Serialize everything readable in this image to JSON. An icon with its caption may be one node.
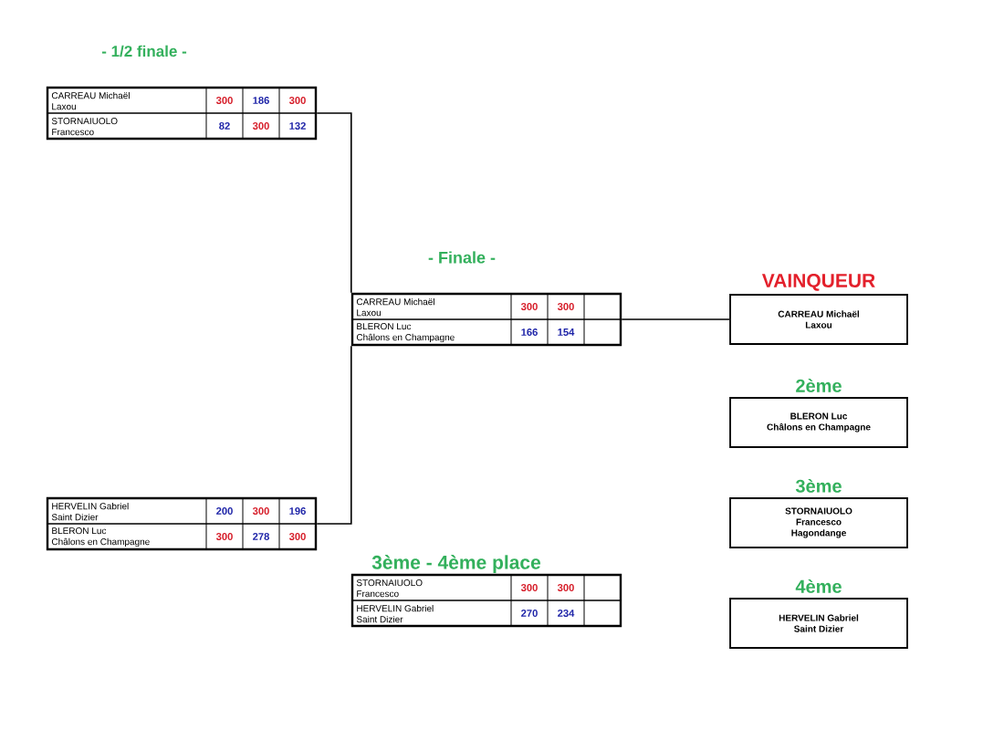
{
  "diagram": {
    "nodes": [
      {
        "text": [],
        "shape": "box"
      },
      {
        "text": [
          "CARREAU Michaël",
          "Laxou",
          "300",
          "186",
          "300"
        ],
        "in": 0
      },
      {
        "text": [
          "STORNAIUOLO",
          "Francesco",
          "82",
          "300",
          "132"
        ],
        "in": 0
      },
      {
        "text": [],
        "shape": "box"
      },
      {
        "text": [
          "HERVELIN Gabriel",
          "Saint Dizier",
          "200",
          "300",
          "196"
        ],
        "in": 3
      },
      {
        "text": [
          "BLERON Luc",
          "Châlons en Champagne",
          "300",
          "278",
          "300"
        ],
        "in": 3
      },
      {
        "text": [
          "- Finale -"
        ]
      },
      {
        "text": [
          "CARREAU Michaël",
          "Laxou",
          "300",
          "300"
        ],
        "in": 6
      },
      {
        "text": [
          "BLERON Luc",
          "Châlons en Champagne",
          "166",
          "154"
        ],
        "in": 6
      },
      {
        "text": [
          "3ème - 4ème place"
        ]
      },
      {
        "text": [
          "STORNAIUOLO",
          "Francesco",
          "300",
          "300"
        ],
        "in": 9
      },
      {
        "text": [
          "HERVELIN Gabriel",
          "Saint Dizier",
          "270",
          "234"
        ],
        "in": 9
      },
      {
        "text": [
          "VAINQUEUR",
          "CARREAU Michaël",
          "Laxou"
        ]
      },
      {
        "text": [
          "2ème",
          "BLERON Luc",
          "Châlons en Champagne"
        ]
      },
      {
        "text": [
          "3ème",
          "STORNAIUOLO",
          "Francesco",
          "Hagondange"
        ]
      },
      {
        "text": [
          "4ème",
          "HERVELIN Gabriel",
          "Saint Dizier"
        ]
      }
    ],
    "edges": [
      {
        "from": 0,
        "to": 6,
        "arrow": "none"
      },
      {
        "from": 3,
        "to": 6,
        "arrow": "none"
      },
      {
        "from": 6,
        "to": 12,
        "arrow": "none"
      }
    ],
    "labels": [
      "- 1/2 finale -"
    ]
  }
}
